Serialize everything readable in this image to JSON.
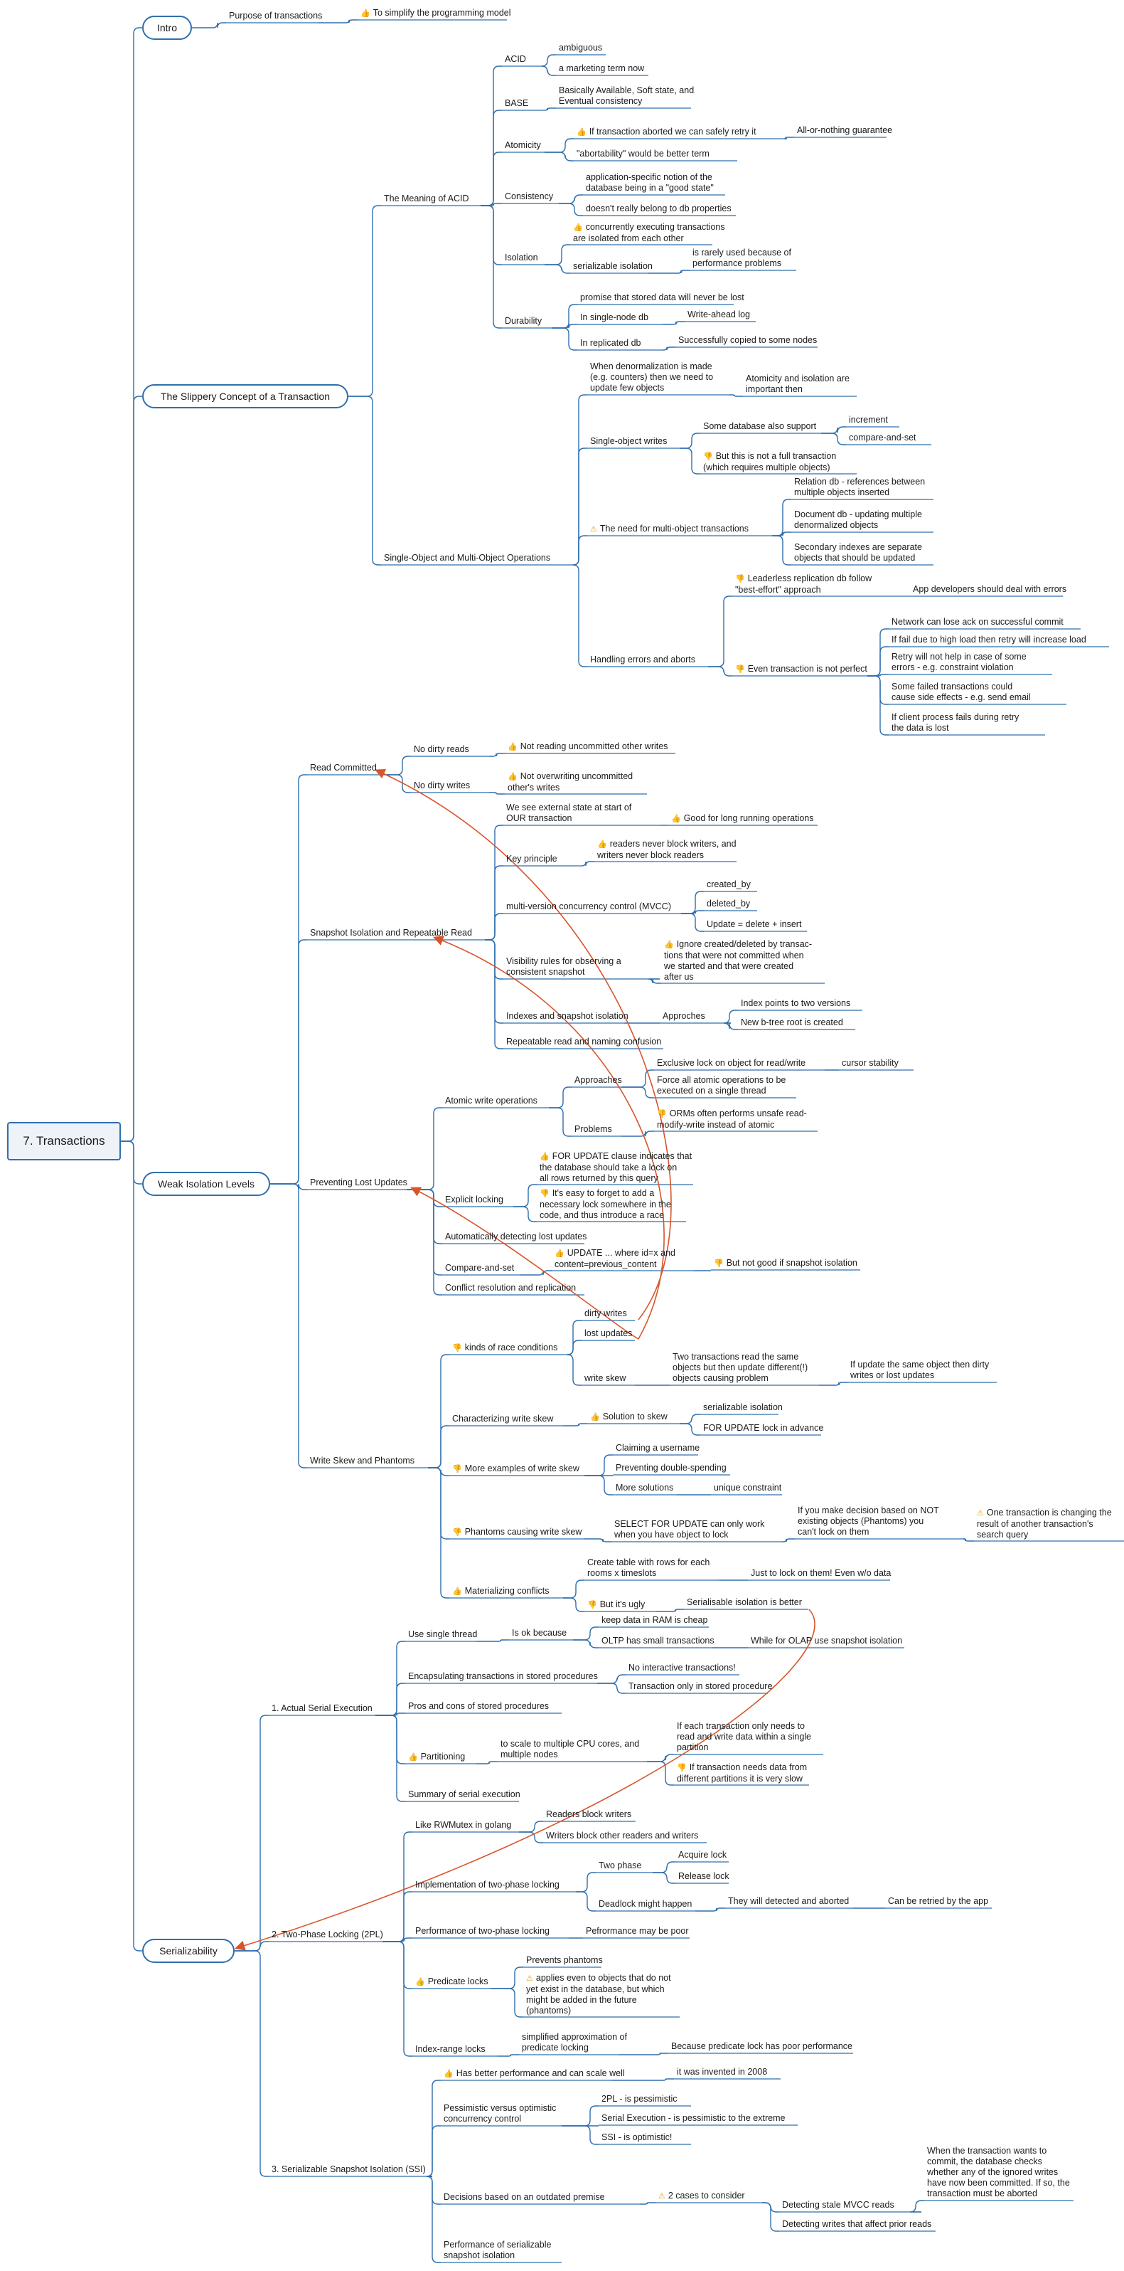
{
  "root": "7. Transactions",
  "colors": {
    "line": "#2f6fad",
    "cross_link": "#d8552a",
    "box_fill": "#eef3f9",
    "up": "#2e9a35",
    "down": "#d9302a",
    "warn": "#e8a000"
  },
  "icons": {
    "up": "thumbs-up-icon",
    "down": "thumbs-down-icon",
    "warn": "warning-icon"
  },
  "nodes": [
    {
      "id": "intro",
      "text": "Intro"
    },
    {
      "id": "purpose",
      "text": "Purpose of transactions"
    },
    {
      "id": "simplify",
      "text": "To simplify the programming model",
      "icon": "up"
    },
    {
      "id": "slippery",
      "text": "The Slippery Concept of a Transaction"
    },
    {
      "id": "meaning",
      "text": "The Meaning of ACID"
    },
    {
      "id": "acid",
      "text": "ACID"
    },
    {
      "id": "ambiguous",
      "text": "ambiguous"
    },
    {
      "id": "marketing",
      "text": "a marketing term now"
    },
    {
      "id": "base",
      "text": "BASE"
    },
    {
      "id": "basically",
      "text": "Basically Available, Soft state, and\nEventual consistency"
    },
    {
      "id": "atomicity",
      "text": "Atomicity"
    },
    {
      "id": "retry",
      "text": "If transaction aborted we can safely retry it",
      "icon": "up"
    },
    {
      "id": "allornothing",
      "text": "All-or-nothing guarantee"
    },
    {
      "id": "abortability",
      "text": "\"abortability\" would be better term"
    },
    {
      "id": "consistency",
      "text": "Consistency"
    },
    {
      "id": "appspecific",
      "text": "application-specific notion of the\ndatabase being in a \"good state\""
    },
    {
      "id": "notbelong",
      "text": "doesn't really belong to db properties"
    },
    {
      "id": "isolation",
      "text": "Isolation"
    },
    {
      "id": "concurrently",
      "text": "concurrently executing transactions\nare isolated from each other",
      "icon": "up"
    },
    {
      "id": "serializable_iso",
      "text": "serializable isolation"
    },
    {
      "id": "rarely",
      "text": "is rarely used because of\nperformance problems"
    },
    {
      "id": "durability",
      "text": "Durability"
    },
    {
      "id": "promise",
      "text": "promise that stored data will never be lost"
    },
    {
      "id": "singlenode",
      "text": "In single-node db"
    },
    {
      "id": "wal",
      "text": "Write-ahead log"
    },
    {
      "id": "replicated",
      "text": "In replicated db"
    },
    {
      "id": "copied",
      "text": "Successfully copied to some nodes"
    },
    {
      "id": "singlemulti",
      "text": "Single-Object and Multi-Object Operations"
    },
    {
      "id": "denorm",
      "text": "When denormalization is made\n(e.g. counters) then we need to\nupdate few objects"
    },
    {
      "id": "atomiso",
      "text": "Atomicity and isolation are\nimportant then"
    },
    {
      "id": "singleobj",
      "text": "Single-object writes"
    },
    {
      "id": "somedb",
      "text": "Some database also support"
    },
    {
      "id": "increment",
      "text": "increment"
    },
    {
      "id": "cas",
      "text": "compare-and-set"
    },
    {
      "id": "notfull",
      "text": "But this is not a full transaction\n(which requires multiple objects)",
      "icon": "down"
    },
    {
      "id": "needmulti",
      "text": "The need for multi-object transactions",
      "icon": "warn"
    },
    {
      "id": "reldb",
      "text": "Relation db - references between\nmultiple objects inserted"
    },
    {
      "id": "docdb",
      "text": "Document db - updating multiple\ndenormalized objects"
    },
    {
      "id": "secidx",
      "text": "Secondary indexes are separate\nobjects that should be updated"
    },
    {
      "id": "handling",
      "text": "Handling errors and aborts"
    },
    {
      "id": "leaderless",
      "text": "Leaderless replication db follow\n\"best-effort\" approach",
      "icon": "down"
    },
    {
      "id": "appdev",
      "text": "App developers should deal with errors"
    },
    {
      "id": "notperfect",
      "text": "Even transaction is not perfect",
      "icon": "down"
    },
    {
      "id": "netlose",
      "text": "Network can lose ack on successful commit"
    },
    {
      "id": "highload",
      "text": "If fail due to high load then retry will increase load"
    },
    {
      "id": "constraint",
      "text": "Retry will not help in case of some\nerrors - e.g. constraint violation"
    },
    {
      "id": "sideeffects",
      "text": "Some failed transactions could\ncause side effects - e.g. send email"
    },
    {
      "id": "clientfail",
      "text": "If client process fails during retry\nthe data is lost"
    },
    {
      "id": "weak",
      "text": "Weak Isolation Levels"
    },
    {
      "id": "readcommitted",
      "text": "Read Committed"
    },
    {
      "id": "nodirtyreads",
      "text": "No dirty reads"
    },
    {
      "id": "notreading",
      "text": "Not reading uncommitted other writes",
      "icon": "up"
    },
    {
      "id": "nodirtywrites",
      "text": "No dirty writes"
    },
    {
      "id": "notoverwriting",
      "text": "Not overwriting uncommitted\nother's writes",
      "icon": "up"
    },
    {
      "id": "snapshot",
      "text": "Snapshot Isolation and Repeatable Read"
    },
    {
      "id": "external",
      "text": "We see external state at start of\nOUR transaction"
    },
    {
      "id": "goodlong",
      "text": "Good for long running operations",
      "icon": "up"
    },
    {
      "id": "keyprinciple",
      "text": "Key principle"
    },
    {
      "id": "readersnever",
      "text": "readers never block writers, and\nwriters never block readers",
      "icon": "up"
    },
    {
      "id": "mvcc",
      "text": "multi-version concurrency control (MVCC)"
    },
    {
      "id": "createdby",
      "text": "created_by"
    },
    {
      "id": "deletedby",
      "text": "deleted_by"
    },
    {
      "id": "updateeq",
      "text": "Update = delete + insert"
    },
    {
      "id": "visibility",
      "text": "Visibility rules for observing a\nconsistent snapshot"
    },
    {
      "id": "ignore",
      "text": "Ignore created/deleted by transac-\ntions that were not committed when\nwe started and that were created\nafter us",
      "icon": "up"
    },
    {
      "id": "indexes",
      "text": "Indexes and snapshot isolation"
    },
    {
      "id": "approches",
      "text": "Approches"
    },
    {
      "id": "idxpoints",
      "text": "Index points to two versions"
    },
    {
      "id": "btree",
      "text": "New b-tree root is created"
    },
    {
      "id": "repeatable",
      "text": "Repeatable read and naming confusion"
    },
    {
      "id": "preventing",
      "text": "Preventing Lost Updates"
    },
    {
      "id": "atomicwrite",
      "text": "Atomic write operations"
    },
    {
      "id": "approaches",
      "text": "Approaches"
    },
    {
      "id": "exclusive",
      "text": "Exclusive lock on object for read/write"
    },
    {
      "id": "cursor",
      "text": "cursor stability"
    },
    {
      "id": "forceatomic",
      "text": "Force all atomic operations to be\nexecuted on a single thread"
    },
    {
      "id": "problems",
      "text": "Problems"
    },
    {
      "id": "orms",
      "text": "ORMs often performs unsafe read-\nmodify-write instead of atomic",
      "icon": "down"
    },
    {
      "id": "explicit",
      "text": "Explicit locking"
    },
    {
      "id": "forupdate",
      "text": "FOR UPDATE clause indicates that\nthe database should take a lock on\nall rows returned by this query",
      "icon": "up"
    },
    {
      "id": "easyforget",
      "text": "It's easy to forget to add a\nnecessary lock somewhere in the\ncode, and thus introduce a race",
      "icon": "down"
    },
    {
      "id": "autodetect",
      "text": "Automatically detecting lost updates"
    },
    {
      "id": "compareset",
      "text": "Compare-and-set"
    },
    {
      "id": "updatewhere",
      "text": "UPDATE ... where id=x and\ncontent=previous_content",
      "icon": "up"
    },
    {
      "id": "notgoodsnap",
      "text": "But not good if snapshot isolation",
      "icon": "down"
    },
    {
      "id": "conflict",
      "text": "Conflict resolution and replication"
    },
    {
      "id": "writeskew",
      "text": "Write Skew and Phantoms"
    },
    {
      "id": "kinds",
      "text": "kinds of race conditions",
      "icon": "down"
    },
    {
      "id": "dirtywrites",
      "text": "dirty writes"
    },
    {
      "id": "lostupdates",
      "text": "lost updates"
    },
    {
      "id": "writeskew2",
      "text": "write skew"
    },
    {
      "id": "twotx",
      "text": "Two transactions read the same\nobjects but then update different(!)\nobjects causing problem"
    },
    {
      "id": "ifupdatesame",
      "text": "If update the same object then dirty\nwrites or lost updates"
    },
    {
      "id": "characterizing",
      "text": "Characterizing write skew"
    },
    {
      "id": "solution",
      "text": "Solution to skew",
      "icon": "up"
    },
    {
      "id": "serializable2",
      "text": "serializable isolation"
    },
    {
      "id": "forupdatelock",
      "text": "FOR UPDATE lock in advance"
    },
    {
      "id": "moreexamples",
      "text": "More examples of write skew",
      "icon": "down"
    },
    {
      "id": "claiming",
      "text": "Claiming a username"
    },
    {
      "id": "doublespend",
      "text": "Preventing double-spending"
    },
    {
      "id": "moresolutions",
      "text": "More solutions"
    },
    {
      "id": "unique",
      "text": "unique constraint"
    },
    {
      "id": "phantoms",
      "text": "Phantoms causing write skew",
      "icon": "down"
    },
    {
      "id": "selectfor",
      "text": "SELECT FOR UPDATE can only work\nwhen you have object to lock"
    },
    {
      "id": "ifdecision",
      "text": "If you make decision based on NOT\nexisting objects (Phantoms) you\ncan't lock on them"
    },
    {
      "id": "onetx",
      "text": "One transaction is changing the\nresult of another transaction's\nsearch query",
      "icon": "warn"
    },
    {
      "id": "materializing",
      "text": "Materializing conflicts",
      "icon": "up"
    },
    {
      "id": "createtable",
      "text": "Create table with rows for each\nrooms x timeslots"
    },
    {
      "id": "justlock",
      "text": "Just to lock on them! Even w/o data"
    },
    {
      "id": "ugly",
      "text": "But it's ugly",
      "icon": "down"
    },
    {
      "id": "serialbetter",
      "text": "Serialisable isolation is better"
    },
    {
      "id": "serializability",
      "text": "Serializability"
    },
    {
      "id": "actualserial",
      "text": "1. Actual Serial Execution"
    },
    {
      "id": "usesingle",
      "text": "Use single thread"
    },
    {
      "id": "isok",
      "text": "Is ok because"
    },
    {
      "id": "keepram",
      "text": "keep data in RAM is cheap"
    },
    {
      "id": "oltp",
      "text": "OLTP has small transactions"
    },
    {
      "id": "olap",
      "text": "While for OLAP use snapshot isolation"
    },
    {
      "id": "encapsulating",
      "text": "Encapsulating transactions in stored procedures"
    },
    {
      "id": "nointeractive",
      "text": "No interactive transactions!"
    },
    {
      "id": "txonly",
      "text": "Transaction only in stored procedure"
    },
    {
      "id": "proscons",
      "text": "Pros and cons of stored procedures"
    },
    {
      "id": "partitioning",
      "text": "Partitioning",
      "icon": "up"
    },
    {
      "id": "toscale",
      "text": "to scale to multiple CPU cores, and\nmultiple nodes"
    },
    {
      "id": "ifeach",
      "text": "If each transaction only needs to\nread and write data within a single\npartition"
    },
    {
      "id": "ifneeds",
      "text": "If transaction needs data from\ndifferent partitions it is very slow",
      "icon": "down"
    },
    {
      "id": "summary",
      "text": "Summary of serial execution"
    },
    {
      "id": "twophase",
      "text": "2. Two-Phase Locking (2PL)"
    },
    {
      "id": "rwmutex",
      "text": "Like RWMutex in golang"
    },
    {
      "id": "readersblock",
      "text": "Readers block writers"
    },
    {
      "id": "writersblock",
      "text": "Writers block other readers and writers"
    },
    {
      "id": "impl2pl",
      "text": "Implementation of two-phase locking"
    },
    {
      "id": "twophase2",
      "text": "Two phase"
    },
    {
      "id": "acquire",
      "text": "Acquire lock"
    },
    {
      "id": "release",
      "text": "Release lock"
    },
    {
      "id": "deadlock",
      "text": "Deadlock might happen"
    },
    {
      "id": "detected",
      "text": "They will detected and aborted"
    },
    {
      "id": "retried",
      "text": "Can be retried by the app"
    },
    {
      "id": "perf2pl",
      "text": "Performance of two-phase locking"
    },
    {
      "id": "perfpoor",
      "text": "Pefrormance may be poor"
    },
    {
      "id": "predicate",
      "text": "Predicate locks",
      "icon": "up"
    },
    {
      "id": "preventsph",
      "text": "Prevents phantoms"
    },
    {
      "id": "appliesevent",
      "text": "applies even to objects that do not\nyet exist in the database, but which\nmight be added in the future\n(phantoms)",
      "icon": "warn"
    },
    {
      "id": "indexrange",
      "text": "Index-range locks"
    },
    {
      "id": "simplified",
      "text": "simplified approximation of\npredicate locking"
    },
    {
      "id": "becausepred",
      "text": "Because predicate lock has poor performance"
    },
    {
      "id": "ssi",
      "text": "3. Serializable Snapshot Isolation (SSI)"
    },
    {
      "id": "hasbetter",
      "text": "Has better performance and can scale well",
      "icon": "up"
    },
    {
      "id": "invented",
      "text": "it was invented in 2008"
    },
    {
      "id": "pessopt",
      "text": "Pessimistic versus optimistic\nconcurrency control"
    },
    {
      "id": "twoplpess",
      "text": "2PL - is pessimistic"
    },
    {
      "id": "serialpess",
      "text": "Serial Execution - is pessimistic to the extreme"
    },
    {
      "id": "ssiopt",
      "text": "SSI - is optimistic!"
    },
    {
      "id": "decisions",
      "text": "Decisions based on an outdated premise"
    },
    {
      "id": "twocases",
      "text": "2 cases to consider",
      "icon": "warn"
    },
    {
      "id": "detectstale",
      "text": "Detecting stale MVCC reads"
    },
    {
      "id": "whenwants",
      "text": "When the transaction wants to\ncommit, the database checks\nwhether any of the ignored writes\nhave now been committed. If so, the\ntransaction must be aborted"
    },
    {
      "id": "detectwrites",
      "text": "Detecting writes that affect prior reads"
    },
    {
      "id": "perfssi",
      "text": "Performance of serializable\nsnapshot isolation"
    }
  ]
}
